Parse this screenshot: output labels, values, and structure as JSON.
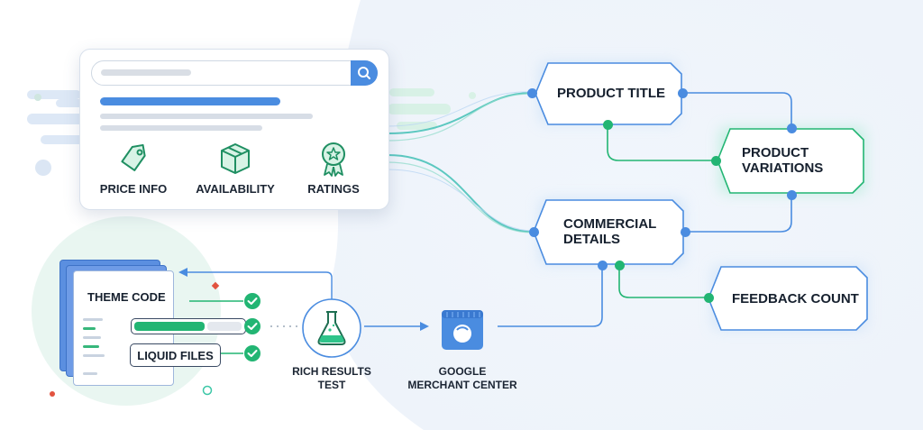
{
  "search_card": {
    "features": [
      {
        "label": "PRICE INFO",
        "icon": "price-tag-icon"
      },
      {
        "label": "AVAILABILITY",
        "icon": "box-icon"
      },
      {
        "label": "RATINGS",
        "icon": "badge-icon"
      }
    ],
    "search_icon": "search-icon"
  },
  "nodes": {
    "product_title": "PRODUCT TITLE",
    "product_variations_line1": "PRODUCT",
    "product_variations_line2": "VARIATIONS",
    "commercial_details_line1": "COMMERCIAL",
    "commercial_details_line2": "DETAILS",
    "feedback_count": "FEEDBACK COUNT"
  },
  "files": {
    "theme_code": "THEME CODE",
    "liquid_files": "LIQUID FILES"
  },
  "tools": {
    "rich_results_line1": "RICH RESULTS",
    "rich_results_line2": "TEST",
    "merchant_line1": "GOOGLE",
    "merchant_line2": "MERCHANT CENTER"
  },
  "colors": {
    "blue": "#4a8ce0",
    "green": "#22b573",
    "teal": "#3cc7a7",
    "dark_text": "#16202e",
    "bg_blue": "#eef4fb"
  }
}
